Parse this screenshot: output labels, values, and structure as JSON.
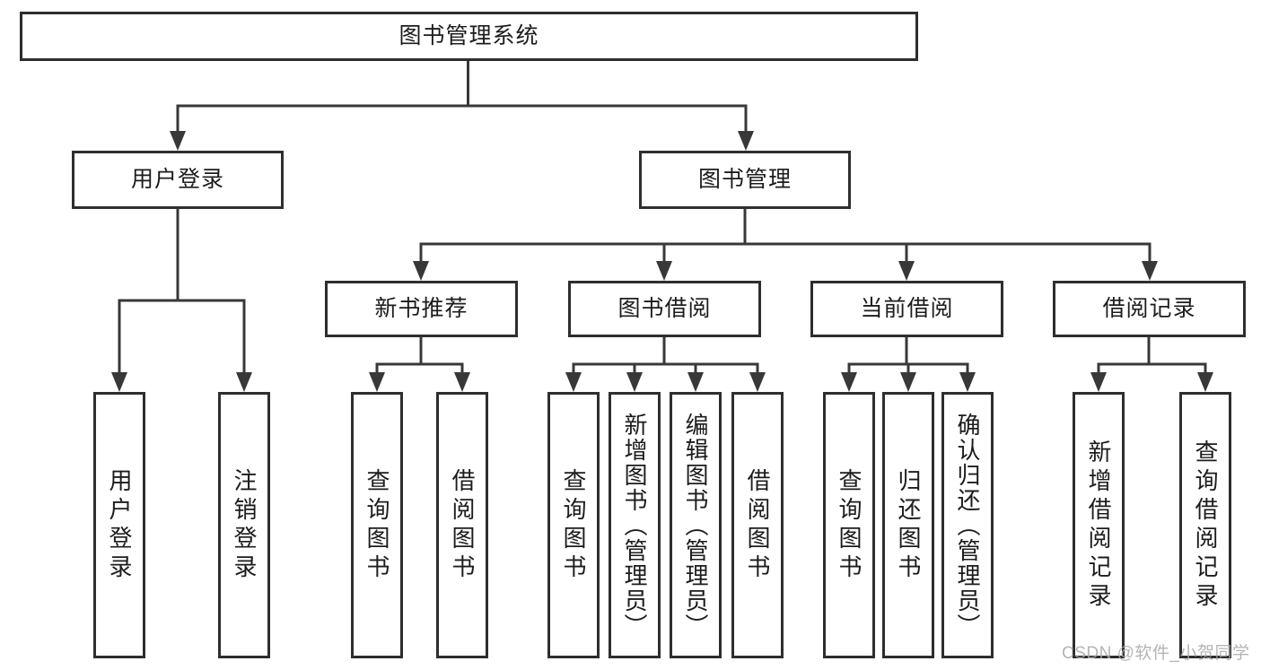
{
  "diagram": {
    "root": "图书管理系统",
    "branches": [
      {
        "label": "用户登录",
        "leaves": [
          "用户登录",
          "注销登录"
        ]
      },
      {
        "label": "图书管理",
        "groups": [
          {
            "label": "新书推荐",
            "leaves": [
              "查询图书",
              "借阅图书"
            ]
          },
          {
            "label": "图书借阅",
            "leaves": [
              "查询图书",
              "新增图书（管理员）",
              "编辑图书（管理员）",
              "借阅图书"
            ]
          },
          {
            "label": "当前借阅",
            "leaves": [
              "查询图书",
              "归还图书",
              "确认归还（管理员）"
            ]
          },
          {
            "label": "借阅记录",
            "leaves": [
              "新增借阅记录",
              "查询借阅记录"
            ]
          }
        ]
      }
    ]
  },
  "watermark": {
    "text": "CSDN @软件_小贺同学"
  },
  "colors": {
    "background": "#ffffff",
    "line": "#383838",
    "border": "#2e2e2e",
    "text": "#1c1c1c",
    "watermark": "#a8a8a8"
  }
}
